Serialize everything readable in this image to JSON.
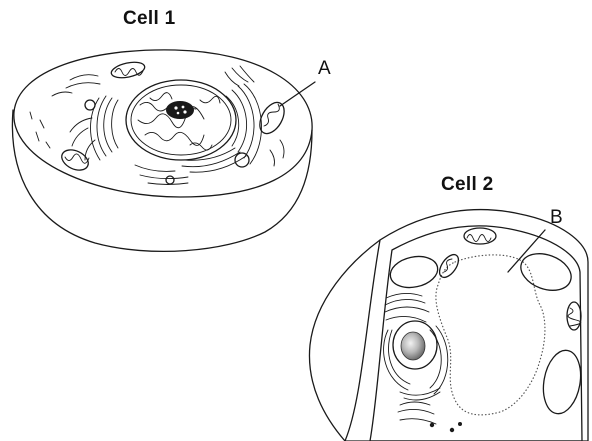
{
  "cell1": {
    "title": "Cell 1",
    "label": "A"
  },
  "cell2": {
    "title": "Cell 2",
    "label": "B"
  }
}
